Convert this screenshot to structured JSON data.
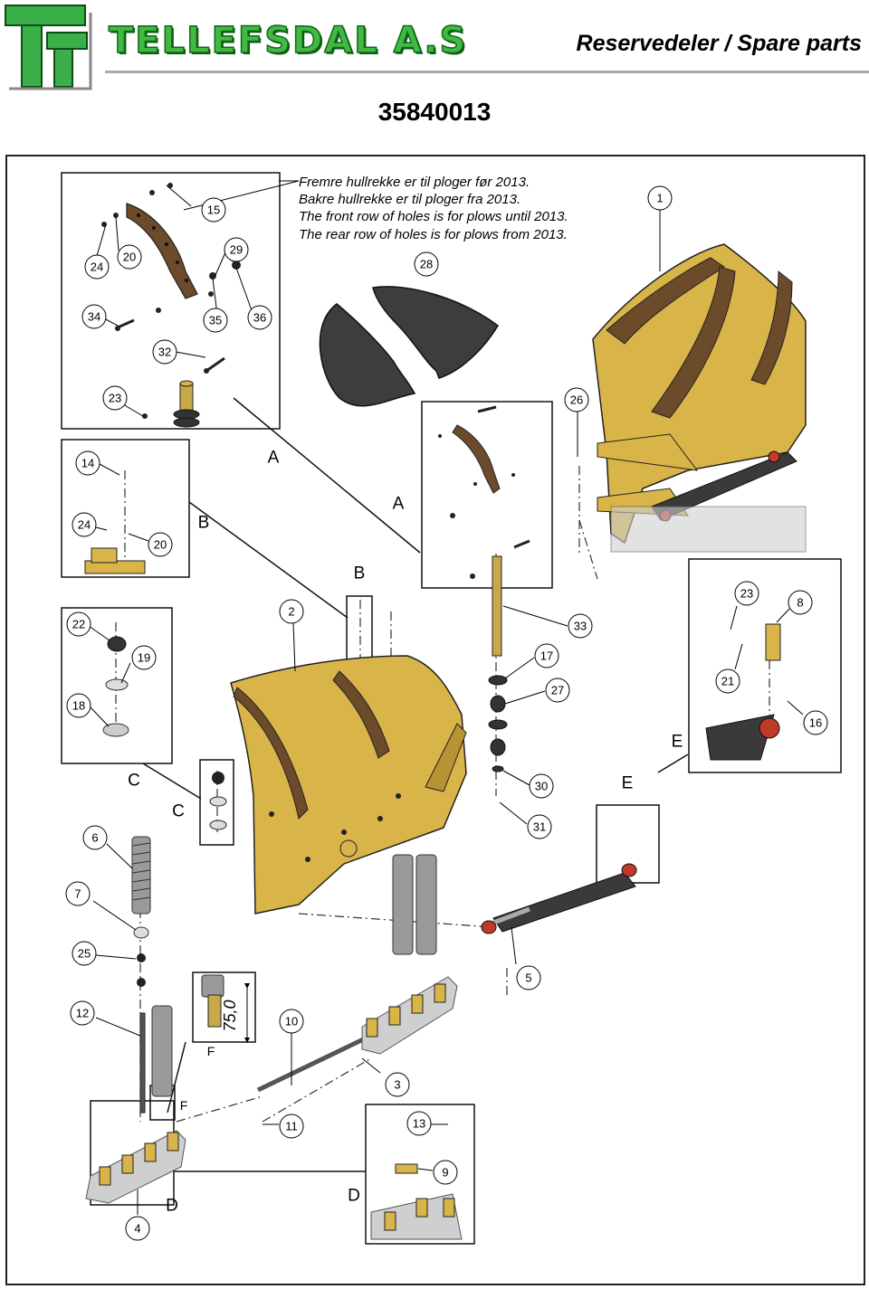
{
  "header": {
    "brand": "TELLEFSDAL A.S",
    "logo_letters": "T",
    "subtitle": "Reservedeler / Spare parts",
    "part_number": "35840013"
  },
  "note": {
    "line1": "Fremre hullrekke er til ploger før 2013.",
    "line2": "Bakre hullrekke er til ploger fra 2013.",
    "line3": "The front row of holes is for plows until 2013.",
    "line4": "The rear row of holes is for plows from 2013."
  },
  "callouts": {
    "c1": "1",
    "c2": "2",
    "c3": "3",
    "c4": "4",
    "c5": "5",
    "c6": "6",
    "c7": "7",
    "c8": "8",
    "c9": "9",
    "c10": "10",
    "c11": "11",
    "c12": "12",
    "c13": "13",
    "c14": "14",
    "c15": "15",
    "c16": "16",
    "c17": "17",
    "c18": "18",
    "c19": "19",
    "c20a": "20",
    "c20b": "20",
    "c21": "21",
    "c22": "22",
    "c23a": "23",
    "c23b": "23",
    "c24a": "24",
    "c24b": "24",
    "c25": "25",
    "c26": "26",
    "c27": "27",
    "c28": "28",
    "c29": "29",
    "c30": "30",
    "c31": "31",
    "c32": "32",
    "c33": "33",
    "c34": "34",
    "c35": "35",
    "c36": "36"
  },
  "detail_letters": {
    "a1": "A",
    "a2": "A",
    "b1": "B",
    "b2": "B",
    "c1": "C",
    "c2": "C",
    "d1": "D",
    "d2": "D",
    "e1": "E",
    "e2": "E",
    "f1": "F",
    "f2": "F"
  },
  "dimension": "75,0",
  "colors": {
    "brand_green": "#44b844",
    "blade_yellow": "#d9b449",
    "dark_steel": "#3a3a3a",
    "red_seal": "#c0392b"
  }
}
